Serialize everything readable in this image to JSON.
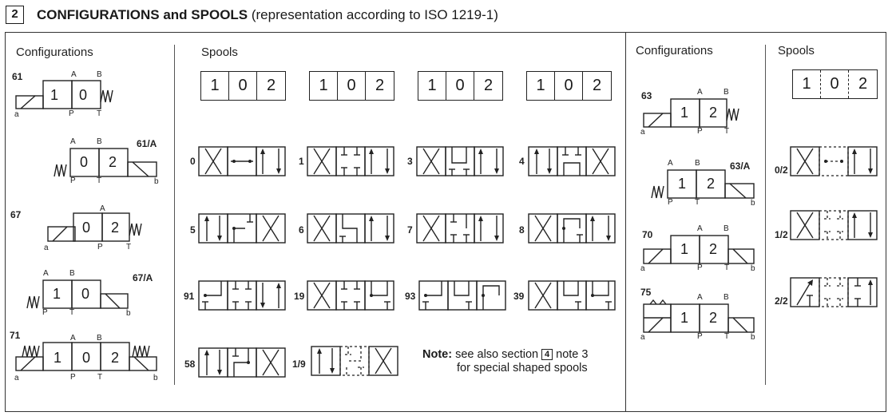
{
  "section": {
    "number": "2",
    "title_bold": "CONFIGURATIONS and SPOOLS",
    "title_rest": " (representation according to ISO 1219-1)"
  },
  "headings": {
    "configurations_left": "Configurations",
    "spools_left": "Spools",
    "configurations_right": "Configurations",
    "spools_right": "Spools"
  },
  "ports": {
    "a": "A",
    "b": "B",
    "p": "P",
    "t": "T",
    "sol_a": "a",
    "sol_b": "b"
  },
  "configurations_left": [
    {
      "code": "61",
      "positions": [
        "1",
        "0"
      ]
    },
    {
      "code": "61/A",
      "positions": [
        "0",
        "2"
      ]
    },
    {
      "code": "67",
      "positions": [
        "0",
        "2"
      ]
    },
    {
      "code": "67/A",
      "positions": [
        "1",
        "0"
      ]
    },
    {
      "code": "71",
      "positions": [
        "1",
        "0",
        "2"
      ]
    }
  ],
  "configurations_right": [
    {
      "code": "63",
      "positions": [
        "1",
        "2"
      ]
    },
    {
      "code": "63/A",
      "positions": [
        "1",
        "2"
      ]
    },
    {
      "code": "70",
      "positions": [
        "1",
        "2"
      ]
    },
    {
      "code": "75",
      "positions": [
        "1",
        "2"
      ]
    }
  ],
  "spool_header_digits": [
    "1",
    "0",
    "2"
  ],
  "spools_left": [
    "0",
    "1",
    "3",
    "4",
    "5",
    "6",
    "7",
    "8",
    "91",
    "19",
    "93",
    "39",
    "58",
    "1/9"
  ],
  "spools_right": [
    "0/2",
    "1/2",
    "2/2"
  ],
  "note": {
    "label": "Note:",
    "text1": "see also section",
    "ref": "4",
    "text2": "note 3",
    "line2": "for special shaped spools"
  }
}
